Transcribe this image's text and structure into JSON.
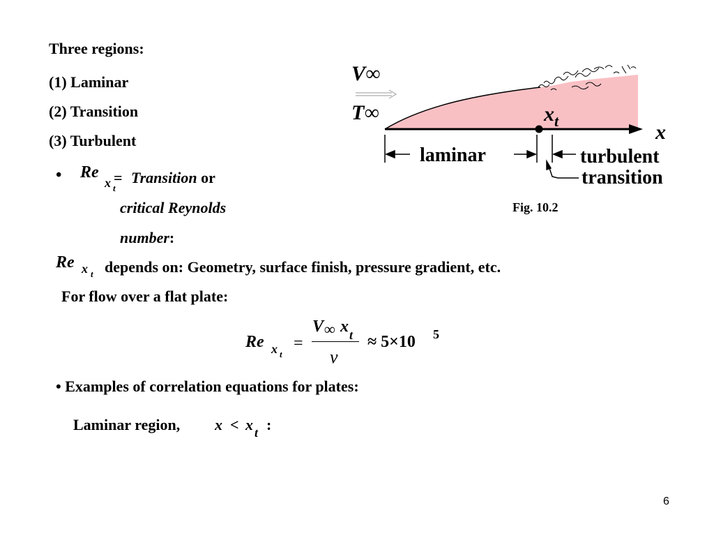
{
  "regions": {
    "heading": "Three regions:",
    "items": [
      "(1) Laminar",
      "(2) Transition",
      "(3) Turbulent"
    ]
  },
  "definition": {
    "bullet": "•",
    "re": "Re",
    "sub_x": "x",
    "sub_t": "t",
    "equals": "=",
    "transition_word": "Transition",
    "or_word": "or",
    "line2": "critical  Reynolds",
    "line3_italic": "number",
    "line3_colon": ":"
  },
  "depends": {
    "re": "Re",
    "sub_x": "x",
    "sub_t": "t",
    "text": "depends on: Geometry, surface finish, pressure gradient, etc."
  },
  "flat_plate": "For flow over a flat plate:",
  "equation": {
    "re": "Re",
    "sub_x": "x",
    "sub_t": "t",
    "equals": "=",
    "num_v": "V",
    "num_inf": "∞",
    "num_x": "x",
    "num_t": "t",
    "den": "ν",
    "approx": "≈ 5×10",
    "exp": "5"
  },
  "examples": {
    "bullet": "•",
    "text": "Examples of correlation equations for plates:"
  },
  "laminar_region": {
    "text": "Laminar region,",
    "x": "x",
    "lt": "<",
    "xt": "x",
    "t": "t",
    "colon": ":"
  },
  "diagram": {
    "v_inf": "V∞",
    "t_inf": "T∞",
    "xt_x": "x",
    "xt_t": "t",
    "axis_x": "x",
    "laminar": "laminar",
    "turbulent": "turbulent",
    "transition": "transition",
    "fill_color": "#f9c0c4"
  },
  "fig_caption": "Fig. 10.2",
  "page_number": "6"
}
